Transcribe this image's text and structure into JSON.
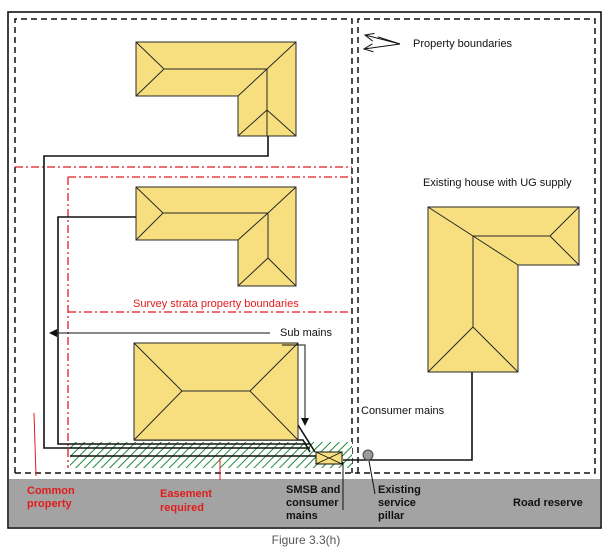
{
  "labels": {
    "property_boundaries": "Property boundaries",
    "existing_house": "Existing house with UG supply",
    "survey_strata": "Survey strata property boundaries",
    "sub_mains": "Sub mains",
    "consumer_mains": "Consumer mains",
    "common_property": [
      "Common",
      "property"
    ],
    "easement_required": [
      "Easement",
      "required"
    ],
    "smsb": [
      "SMSB and",
      "consumer",
      "mains"
    ],
    "existing_pillar": [
      "Existing",
      "service",
      "pillar"
    ],
    "road_reserve": "Road reserve"
  },
  "caption": "Figure 3.3(h)",
  "colors": {
    "roof_fill": "#f7df7f",
    "road_fill": "#a3a3a3",
    "survey_boundary": "#e21b1b",
    "easement_hatch": "#1e8a3c",
    "pillar": "#9a9a9a"
  }
}
